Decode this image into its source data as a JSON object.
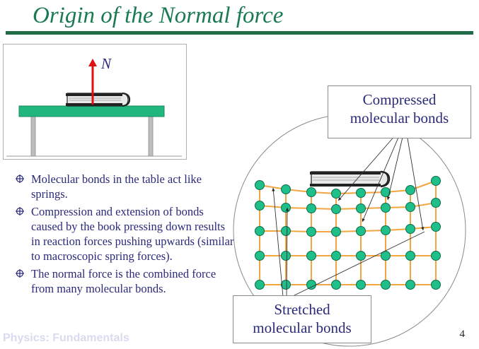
{
  "slide": {
    "title": "Origin of the Normal force",
    "page_number": "4",
    "watermark": "Physics: Fundamentals"
  },
  "diagram": {
    "force_label": "N",
    "arrow_color": "#dd1111",
    "table_color": "#21b67e",
    "node_color": "#1fbf8a",
    "bond_color": "#f2a640"
  },
  "bullets": [
    "Molecular bonds in the table act like springs.",
    "Compression and extension of bonds caused by the book pressing down results in reaction forces pushing upwards (similar to macroscopic spring forces).",
    "The normal force is the combined force from many molecular bonds."
  ],
  "callouts": {
    "compressed": [
      "Compressed",
      "molecular bonds"
    ],
    "stretched": [
      "Stretched",
      "molecular bonds"
    ]
  }
}
